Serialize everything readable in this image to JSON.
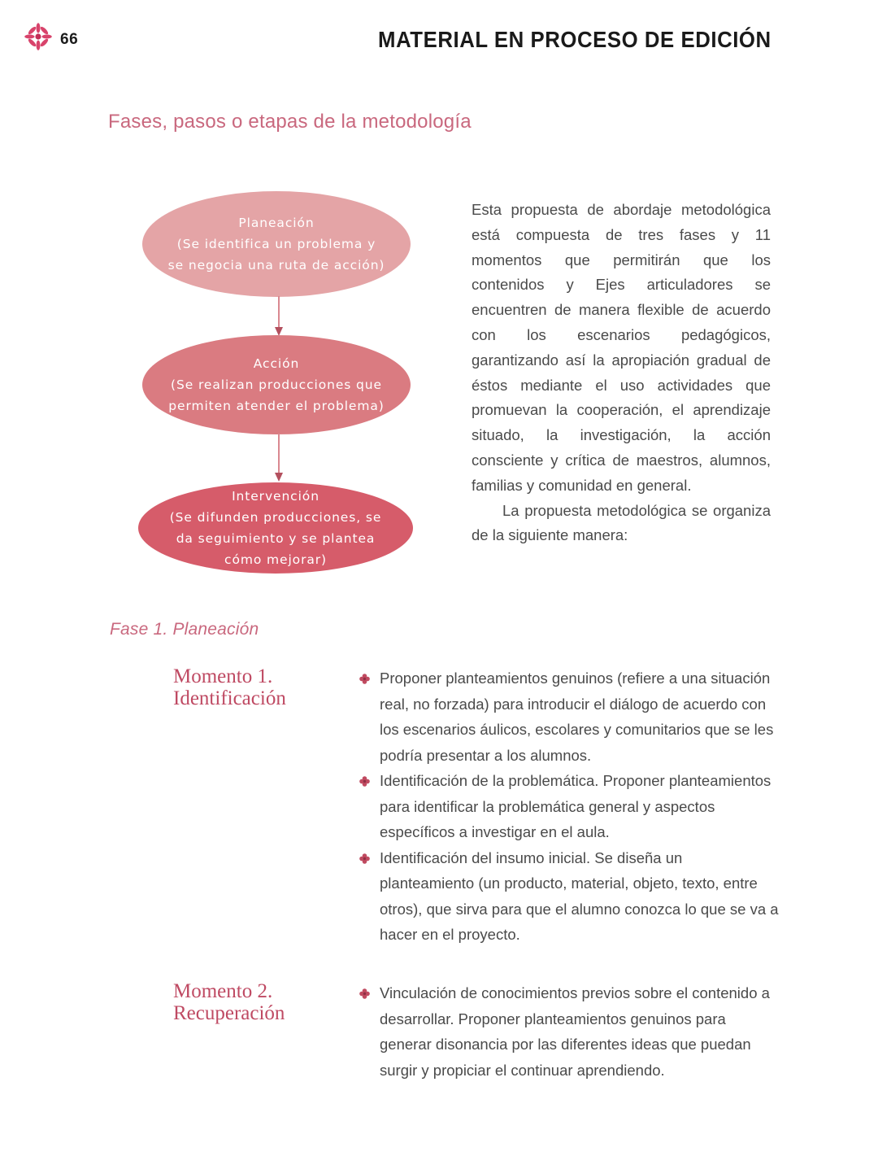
{
  "header": {
    "flower_icon": "flower-asterisk-icon",
    "page_number": "66",
    "title": "MATERIAL EN PROCESO DE EDICIÓN"
  },
  "section": {
    "heading": "Fases, pasos o etapas de la metodología"
  },
  "diagram": {
    "type": "flow",
    "nodes": [
      {
        "id": "planeacion",
        "title": "Planeación",
        "line2": "(Se identifica un problema y",
        "line3": "se negocia una ruta de acción)",
        "color": "#e4a4a6"
      },
      {
        "id": "accion",
        "title": "Acción",
        "line2": "(Se realizan producciones que",
        "line3": "permiten atender el problema)",
        "color": "#da7b81"
      },
      {
        "id": "intervencion",
        "title": "Intervención",
        "line2": "(Se difunden producciones, se",
        "line3": "da seguimiento y se plantea",
        "line4": "cómo mejorar)",
        "color": "#d65c6a"
      }
    ],
    "arrow_color": "#da8891",
    "arrowhead_color": "#b3505e"
  },
  "intro": {
    "paragraph1": "Esta propuesta de abordaje metodológica está compuesta de tres fases y 11 momentos que permitirán que los contenidos y Ejes articuladores se encuentren de manera flexible de acuerdo con los escenarios pedagógicos, garantizando así la apropiación gradual de éstos mediante el uso actividades que promuevan la cooperación, el aprendizaje situado, la investigación, la acción consciente y crítica de maestros, alumnos, familias y comunidad en general.",
    "paragraph2": "La propuesta metodológica se organiza de la siguiente manera:"
  },
  "fase": {
    "heading": "Fase 1. Planeación"
  },
  "momentos": [
    {
      "title_line1": "Momento 1.",
      "title_line2": "Identificación",
      "items": [
        "Proponer planteamientos genuinos (refiere a una situación real, no forzada) para introducir el diálogo de acuerdo con los escenarios áulicos, escolares y comunitarios que se les podría presentar a los alumnos.",
        "Identificación de la problemática. Proponer planteamientos para identificar la problemática general y aspectos específicos a investigar en el aula.",
        "Identificación del insumo inicial. Se diseña un planteamiento (un producto, material, objeto, texto, entre otros), que sirva para que el alumno conozca lo que se va a hacer en el proyecto."
      ]
    },
    {
      "title_line1": "Momento 2.",
      "title_line2": "Recuperación",
      "items": [
        "Vinculación de conocimientos previos sobre el contenido a desarrollar. Proponer planteamientos genuinos para generar disonancia por las diferentes ideas que puedan surgir y propiciar el continuar aprendiendo."
      ]
    }
  ],
  "colors": {
    "accent_pink": "#c9687e",
    "momento_pink": "#bf4a63",
    "body_gray": "#4a4a4a",
    "header_black": "#1a1a1a",
    "bullet_pink": "#c04a60"
  }
}
